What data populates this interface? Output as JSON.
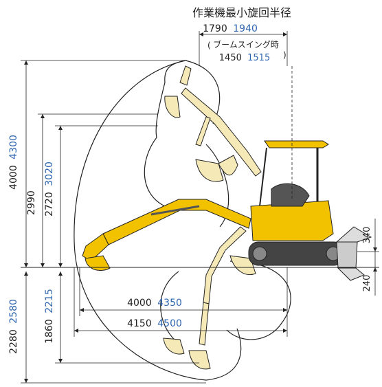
{
  "title": "作業機最小旋回半径",
  "min_swing_radius": {
    "std": "1790",
    "alt": "1940"
  },
  "boom_swing_label": "ブームスイング時",
  "boom_swing_radius": {
    "std": "1450",
    "alt": "1515"
  },
  "max_dig_height": {
    "std": "4000",
    "alt": "4300"
  },
  "max_dump_height": {
    "std": "2990"
  },
  "max_vertical_wall": {
    "std": "2720",
    "alt": "3020"
  },
  "max_dig_depth": {
    "std": "2280",
    "alt": "2580"
  },
  "max_vertical_dig_depth": {
    "std": "1860",
    "alt": "2215"
  },
  "reach_at_ground": {
    "std": "4000",
    "alt": "4350"
  },
  "max_reach": {
    "std": "4150",
    "alt": "4500"
  },
  "blade_raise": "340",
  "blade_lower": "240",
  "colors": {
    "machine_yellow": "#f2c200",
    "arm_outline_fill": "#f6e9b8",
    "dimension_blue": "#2f66b0",
    "line": "#222222"
  }
}
